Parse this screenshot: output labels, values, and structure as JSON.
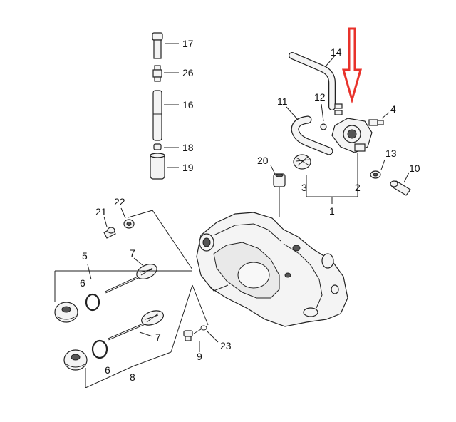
{
  "callouts": {
    "c1": "1",
    "c2": "2",
    "c3": "3",
    "c4": "4",
    "c5": "5",
    "c6a": "6",
    "c6b": "6",
    "c7a": "7",
    "c7b": "7",
    "c8": "8",
    "c9": "9",
    "c10": "10",
    "c11": "11",
    "c12": "12",
    "c13": "13",
    "c14": "14",
    "c16": "16",
    "c17": "17",
    "c18": "18",
    "c19": "19",
    "c20": "20",
    "c21": "21",
    "c22": "22",
    "c23": "23",
    "c26": "26"
  },
  "colors": {
    "highlight_arrow": "#e8322b",
    "line": "#222222",
    "part_fill": "#f4f4f4"
  }
}
